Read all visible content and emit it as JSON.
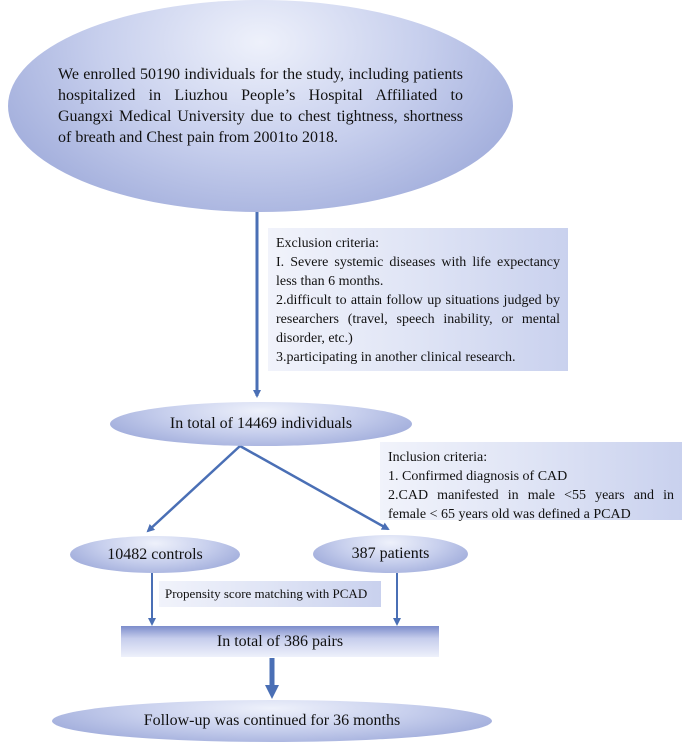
{
  "diagram": {
    "enrollment_text": "We enrolled 50190 individuals for the study, including patients hospitalized in Liuzhou People’s Hospital Affiliated to Guangxi Medical University due to chest tightness, shortness of breath and Chest pain from 2001to 2018.",
    "exclusion": {
      "title": "Exclusion criteria:",
      "items": [
        "I. Severe systemic diseases with life expectancy less than 6 months.",
        "2.difficult to attain follow up situations judged by researchers (travel, speech inability, or mental disorder, etc.)",
        "3.participating in another clinical research."
      ]
    },
    "total_individuals": "In total of 14469 individuals",
    "inclusion": {
      "title": "Inclusion criteria:",
      "items": [
        "1. Confirmed diagnosis of CAD",
        "2.CAD manifested in male <55 years and in female < 65 years old was defined a PCAD"
      ]
    },
    "controls": "10482 controls",
    "patients": "387 patients",
    "matching": "Propensity score matching with PCAD",
    "pairs": "In total of 386 pairs",
    "followup": "Follow-up was continued for 36 months"
  },
  "colors": {
    "arrow": "#4a6fb5",
    "fill_light": "#eef1fb",
    "fill_dark": "#8f9dd3"
  }
}
